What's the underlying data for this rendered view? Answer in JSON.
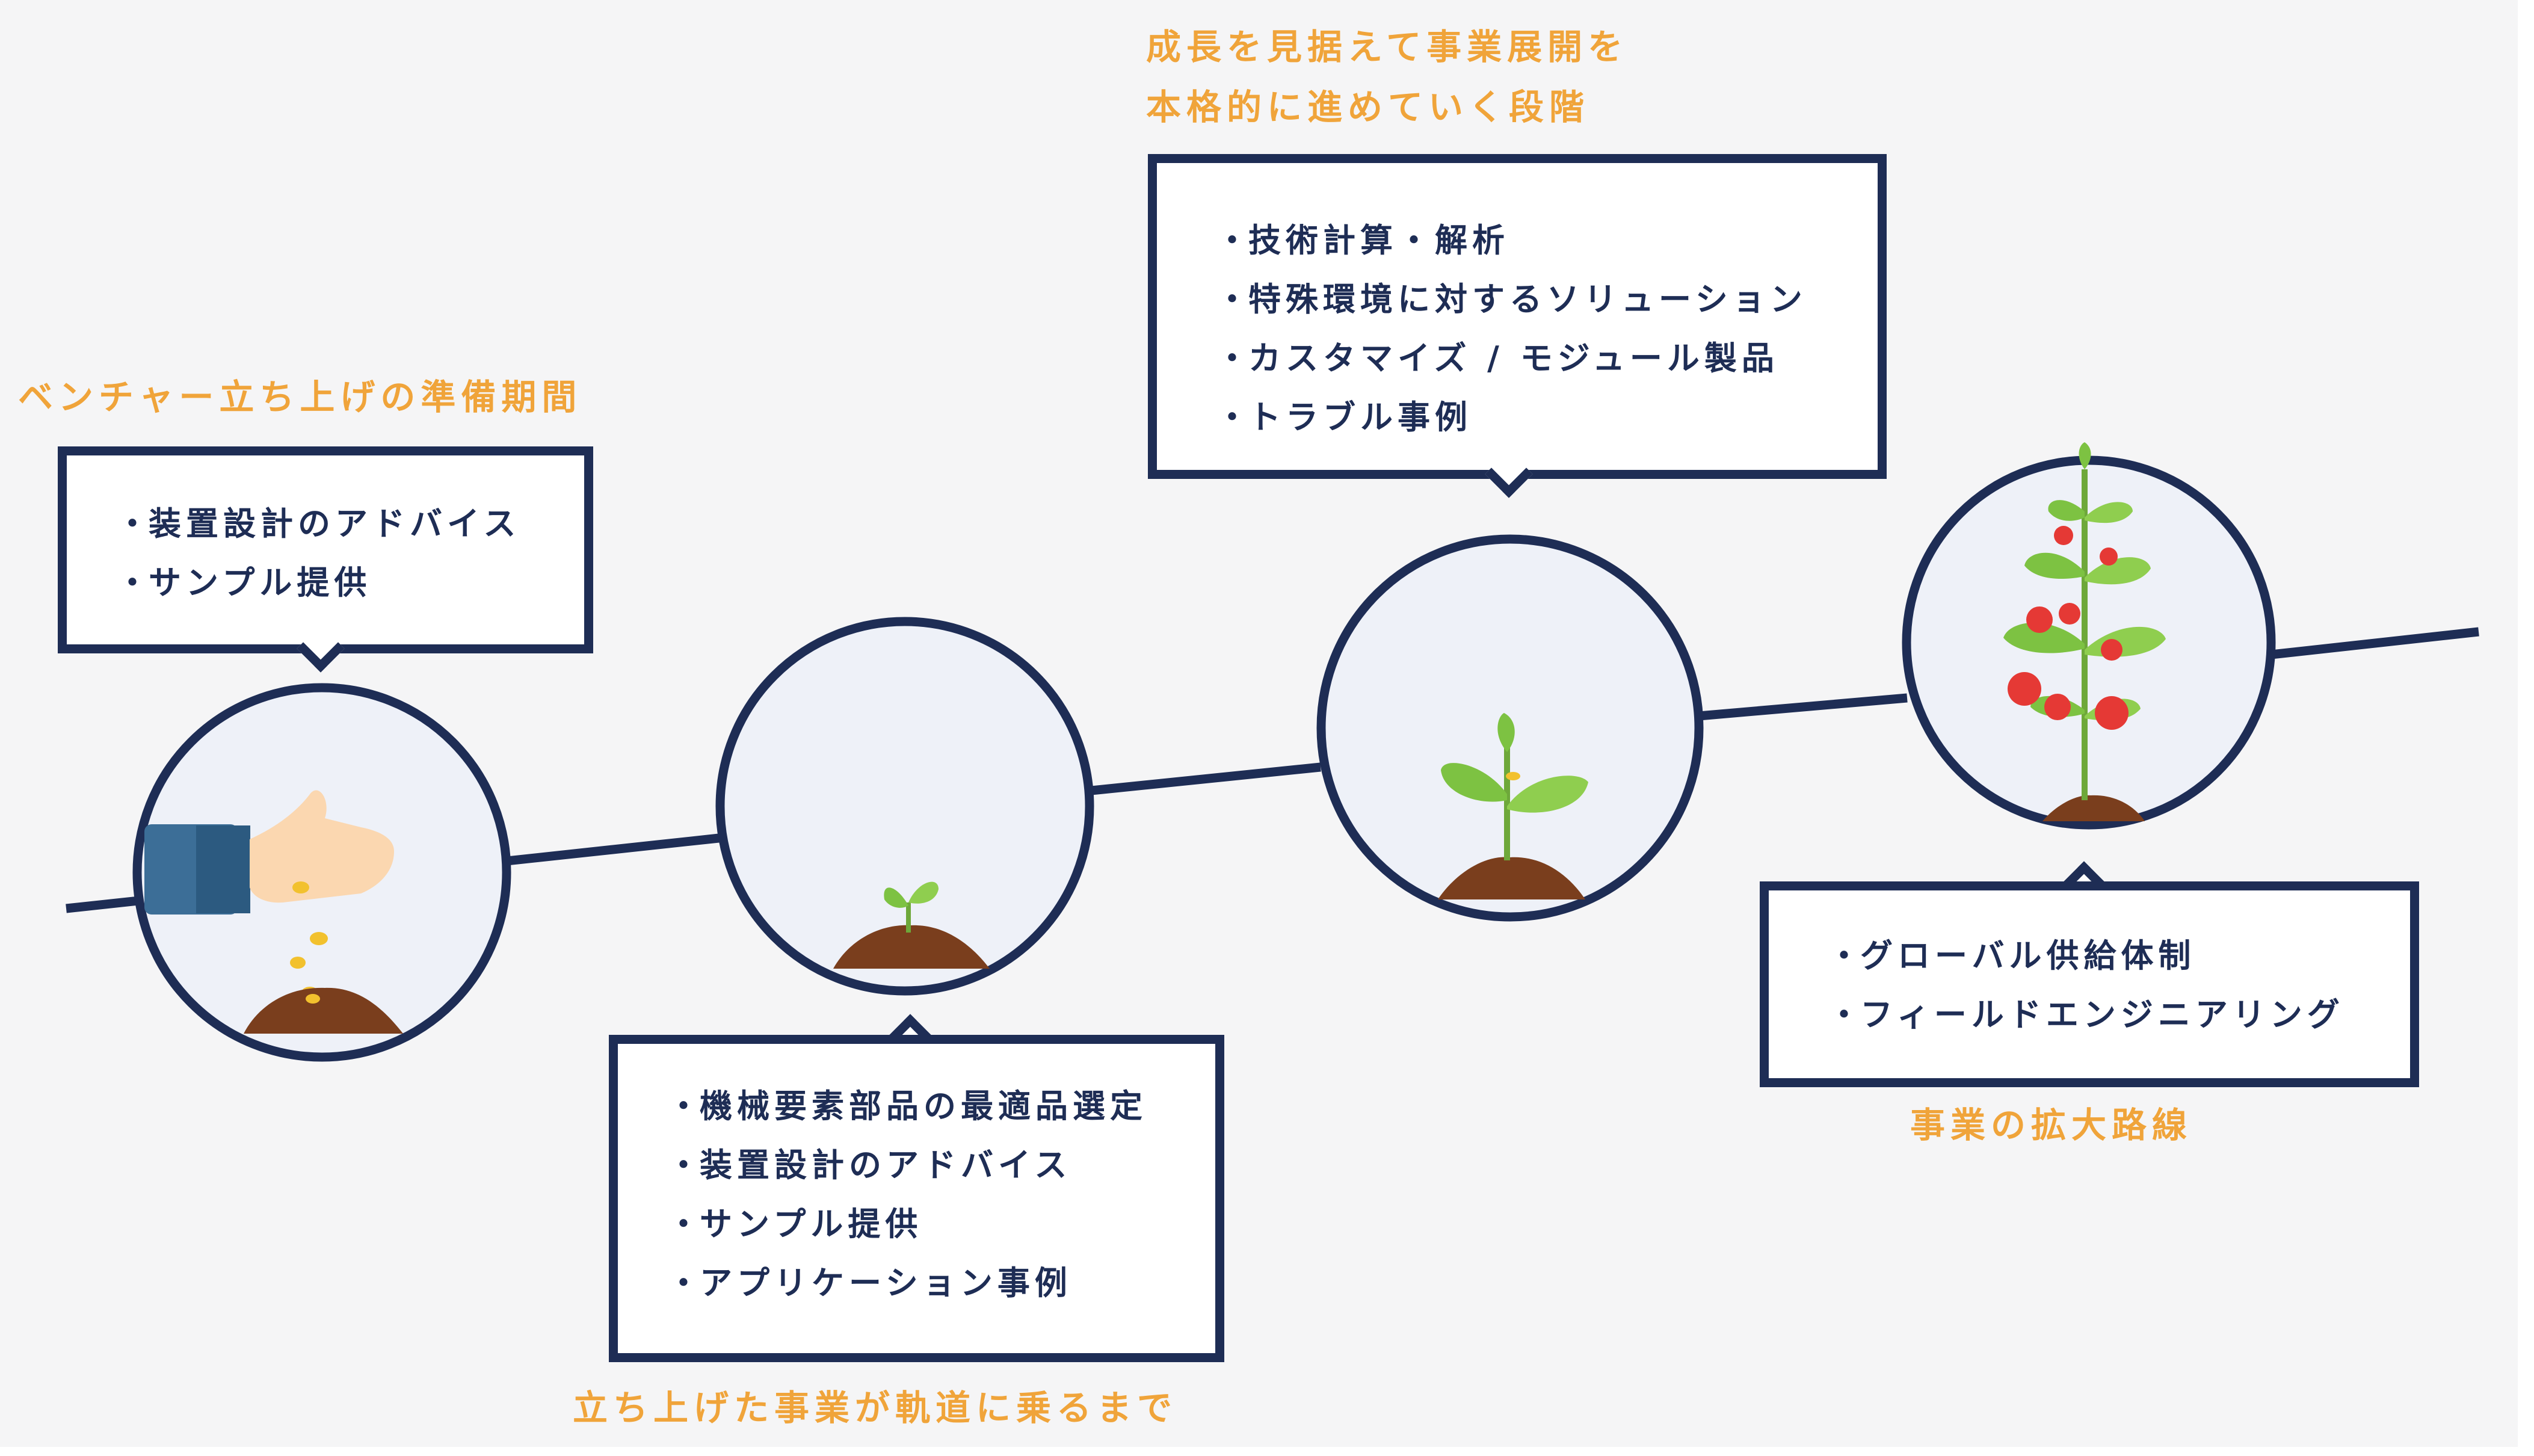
{
  "colors": {
    "navy": "#1e2d55",
    "orange": "#f0a43a",
    "background": "#f5f5f6",
    "circle_fill": "#eef1f8"
  },
  "stages": [
    {
      "title": "ベンチャー立ち上げの準備期間",
      "items": [
        "装置設計のアドバイス",
        "サンプル提供"
      ],
      "icon": "hand-sowing-seeds"
    },
    {
      "title": "立ち上げた事業が軌道に乗るまで",
      "items": [
        "機械要素部品の最適品選定",
        "装置設計のアドバイス",
        "サンプル提供",
        "アプリケーション事例"
      ],
      "icon": "sprout"
    },
    {
      "title_lines": [
        "成長を見据えて事業展開を",
        "本格的に進めていく段階"
      ],
      "items": [
        "技術計算・解析",
        "特殊環境に対するソリューション",
        "カスタマイズ / モジュール製品",
        "トラブル事例"
      ],
      "icon": "young-plant"
    },
    {
      "title": "事業の拡大路線",
      "items": [
        "グローバル供給体制",
        "フィールドエンジニアリング"
      ],
      "icon": "tomato-plant"
    }
  ]
}
